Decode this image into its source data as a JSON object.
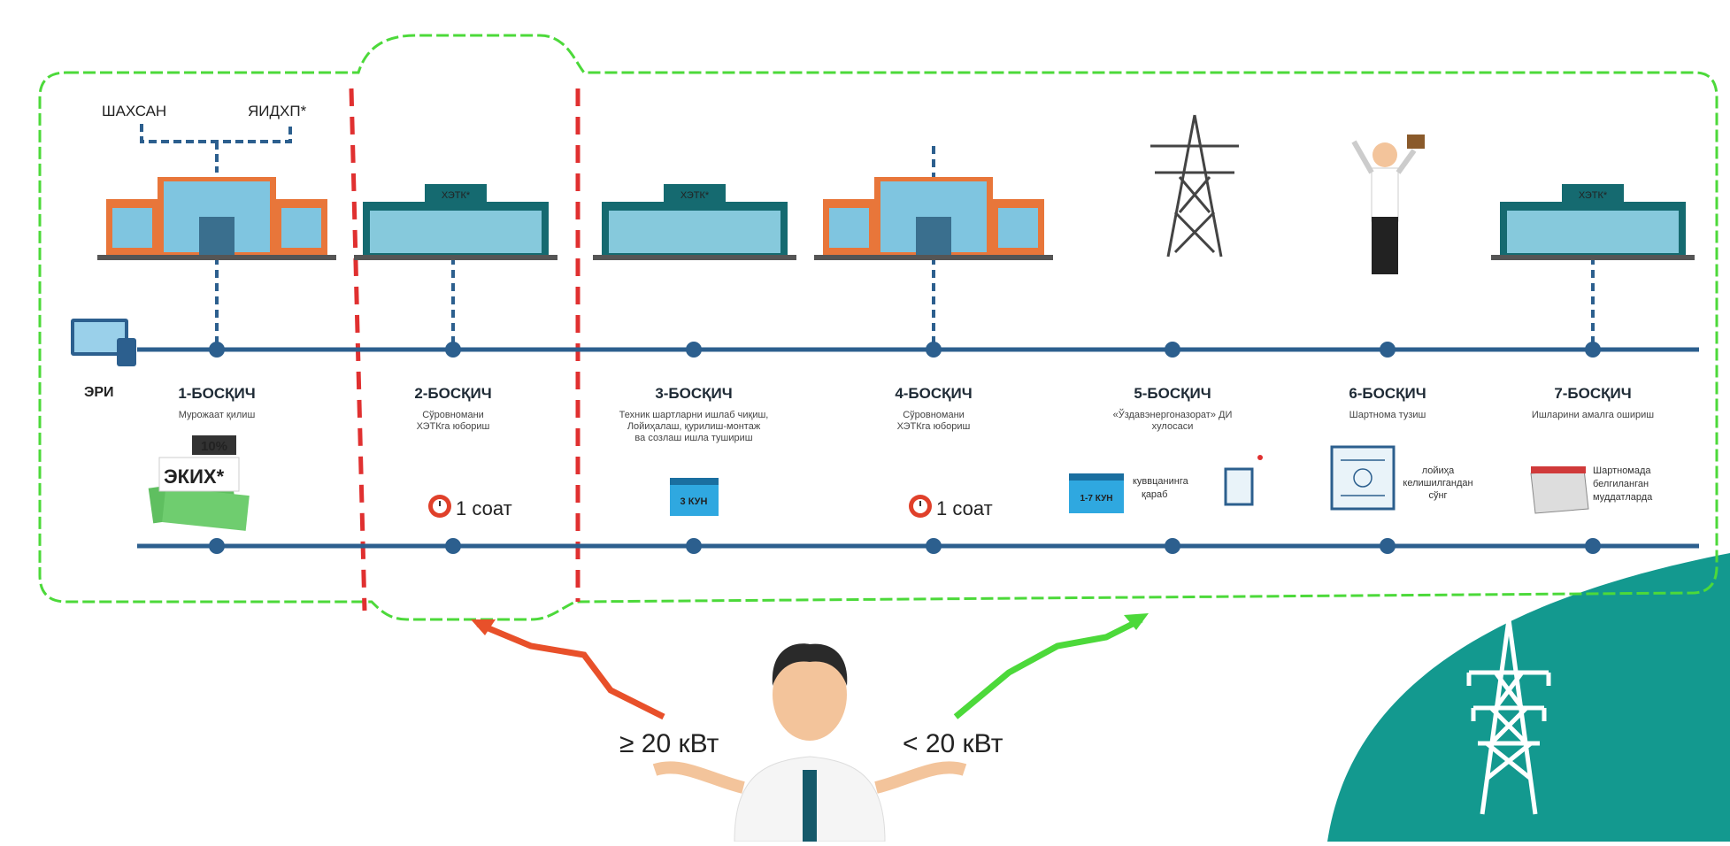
{
  "top_labels": {
    "left": "ШАХСАН",
    "right": "ЯИДХП*"
  },
  "start_label": "ЭРИ",
  "steps": [
    {
      "title": "1-БОСҚИЧ",
      "desc": [
        "Мурожаат қилиш"
      ]
    },
    {
      "title": "2-БОСҚИЧ",
      "desc": [
        "Сўровномани",
        "ХЭТКга юбориш"
      ]
    },
    {
      "title": "3-БОСҚИЧ",
      "desc": [
        "Техник шартларни ишлаб чиқиш,",
        "Лойиҳалаш, қурилиш-монтаж",
        "ва созлаш ишла тушириш"
      ]
    },
    {
      "title": "4-БОСҚИЧ",
      "desc": [
        "Сўровномани",
        "ХЭТКга юбориш"
      ]
    },
    {
      "title": "5-БОСҚИЧ",
      "desc": [
        "«Ўздавэнергоназорат» ДИ",
        "хулосаси"
      ]
    },
    {
      "title": "6-БОСҚИЧ",
      "desc": [
        "Шартнома тузиш"
      ]
    },
    {
      "title": "7-БОСҚИЧ",
      "desc": [
        "Ишларини амалга ошириш"
      ]
    }
  ],
  "building_sign": "ХЭТК*",
  "ekih": {
    "label": "ЭКИХ*",
    "percent": "10%"
  },
  "times": {
    "step2": "1 соат",
    "step4": "1 соат"
  },
  "calendars": {
    "step3": "3 КУН",
    "step5": "1-7 КУН"
  },
  "notes": {
    "step5": [
      "куввцанинга",
      "қараб"
    ],
    "step6": [
      "лойиҳа",
      "келишилгандан",
      "сўнг"
    ],
    "step7": [
      "Шартномада",
      "белгиланган",
      "муддатларда"
    ]
  },
  "power": {
    "ge": "≥ 20 кВт",
    "lt": "< 20 кВт"
  },
  "colors": {
    "timeline": "#2c5f8e",
    "green_route": "#4cd93a",
    "red_route": "#e03030",
    "teal": "#13998f"
  }
}
